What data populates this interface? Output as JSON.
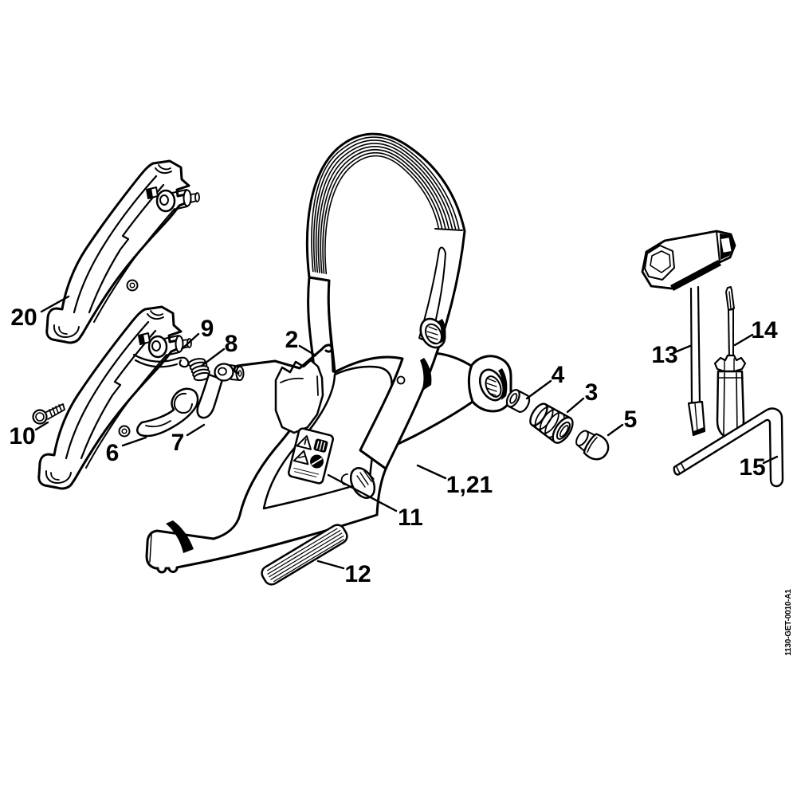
{
  "diagram": {
    "doc_code": "1130-GET-0010-A1",
    "colors": {
      "background": "#ffffff",
      "line": "#000000"
    },
    "labels": {
      "p1_21": "1,21",
      "p2": "2",
      "p3": "3",
      "p4": "4",
      "p5": "5",
      "p6": "6",
      "p7": "7",
      "p8": "8",
      "p9": "9",
      "p10": "10",
      "p11": "11",
      "p12": "12",
      "p13": "13",
      "p14": "14",
      "p15": "15",
      "p20": "20"
    }
  }
}
